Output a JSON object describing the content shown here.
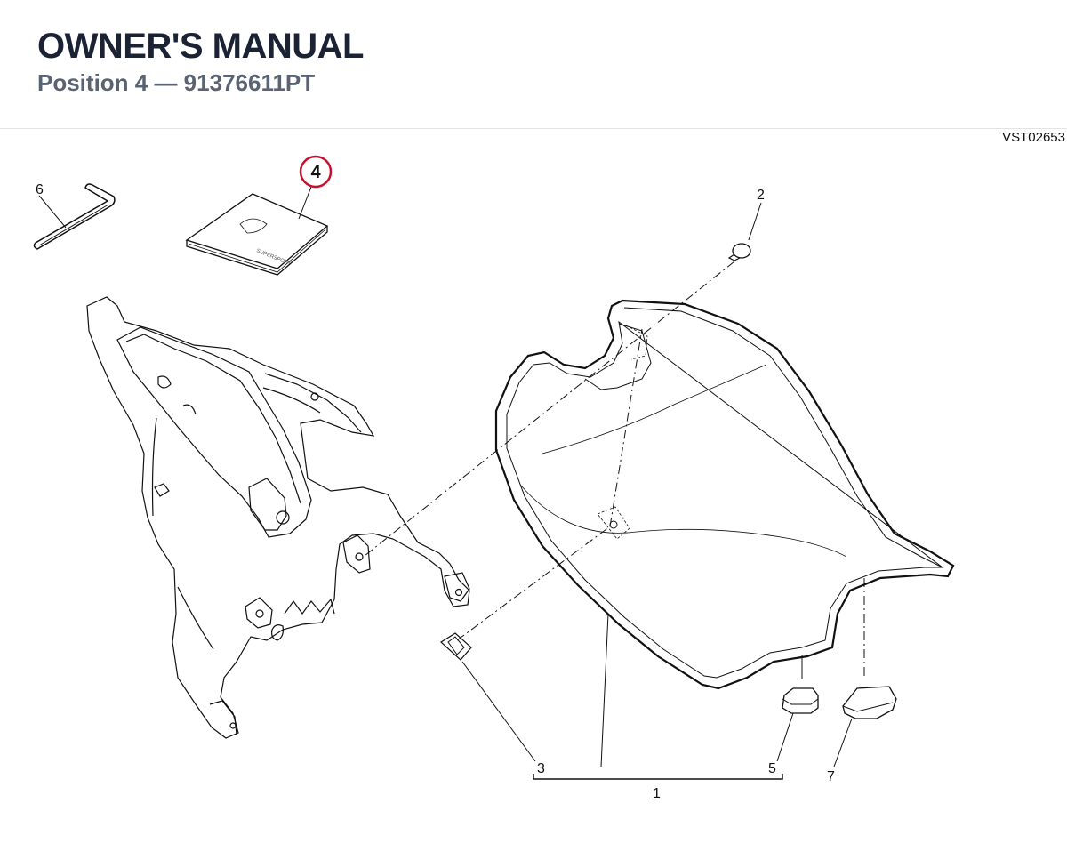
{
  "header": {
    "title": "OWNER'S MANUAL",
    "subtitle": "Position 4 — 91376611PT"
  },
  "diagram": {
    "code": "VST02653",
    "highlight_color": "#c8102e",
    "highlighted_callout": "4",
    "callouts": {
      "c1": "1",
      "c2": "2",
      "c3": "3",
      "c4": "4",
      "c5": "5",
      "c6": "6",
      "c7": "7"
    },
    "manual_cover_text": "SUPERSPORT"
  }
}
